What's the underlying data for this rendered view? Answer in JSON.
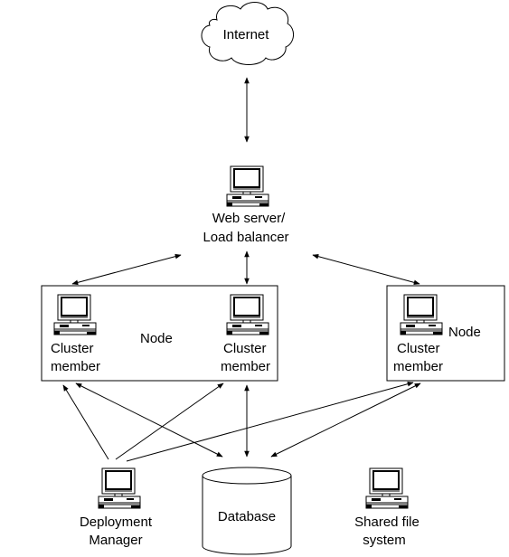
{
  "cloud": {
    "label": "Internet"
  },
  "web_server": {
    "label_line1": "Web server/",
    "label_line2": "Load balancer"
  },
  "node_left": {
    "label": "Node"
  },
  "node_right": {
    "label": "Node"
  },
  "cluster_members": [
    {
      "line1": "Cluster",
      "line2": "member"
    },
    {
      "line1": "Cluster",
      "line2": "member"
    },
    {
      "line1": "Cluster",
      "line2": "member"
    }
  ],
  "deployment_manager": {
    "line1": "Deployment",
    "line2": "Manager"
  },
  "database": {
    "label": "Database"
  },
  "shared_fs": {
    "line1": "Shared file",
    "line2": "system"
  },
  "icons": {
    "computer": "computer-icon",
    "cloud": "cloud-icon",
    "database": "database-cylinder-icon"
  },
  "colors": {
    "stroke": "#000000",
    "background": "#ffffff"
  }
}
